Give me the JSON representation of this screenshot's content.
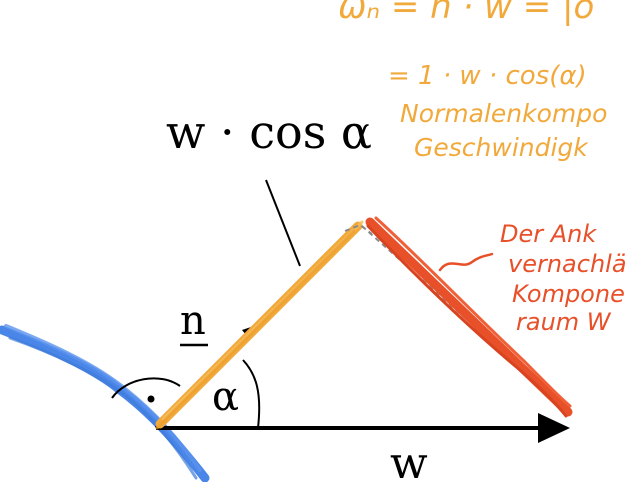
{
  "labels": {
    "top_formula": "w · cos α",
    "normal_vector": "n",
    "angle": "α",
    "w_vector": "w"
  },
  "annotations": {
    "orange_line1": "ωₙ = n · w = |o",
    "orange_line2": "= 1 · w · cos(α)",
    "orange_line3": "Normalenkompo",
    "orange_line4": "Geschwindigk",
    "red_line1": "Der Ank",
    "red_line2": "vernachlä",
    "red_line3": "Kompone",
    "red_line4": "raum   W"
  },
  "colors": {
    "ink": "#000000",
    "orange": "#f2a93b",
    "orange_stroke": "#f5b24a",
    "red": "#e8502a",
    "blue": "#4a86e8",
    "gray_dash": "#8a8a8a"
  },
  "icons": {
    "right_angle_dot": "right-angle-dot-icon",
    "arrow_head": "arrow-head-icon"
  }
}
